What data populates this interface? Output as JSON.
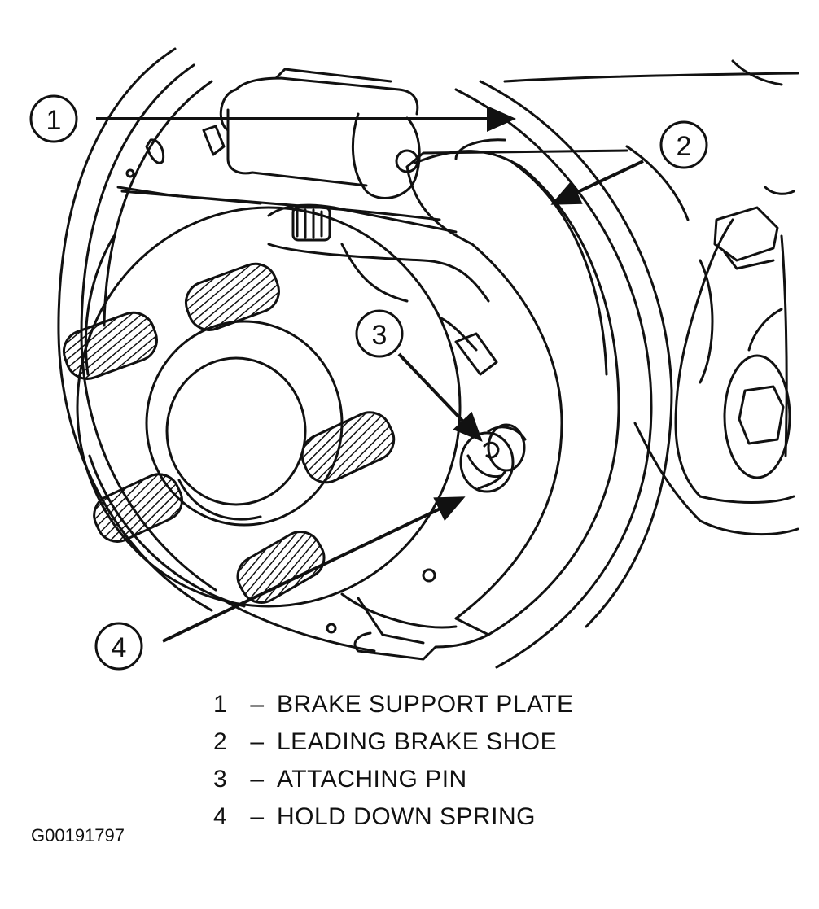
{
  "callouts": [
    {
      "number": "1"
    },
    {
      "number": "2"
    },
    {
      "number": "3"
    },
    {
      "number": "4"
    }
  ],
  "legend": [
    {
      "number": "1",
      "separator": "–",
      "label": "BRAKE SUPPORT PLATE"
    },
    {
      "number": "2",
      "separator": "–",
      "label": "LEADING BRAKE SHOE"
    },
    {
      "number": "3",
      "separator": "–",
      "label": "ATTACHING PIN"
    },
    {
      "number": "4",
      "separator": "–",
      "label": "HOLD DOWN SPRING"
    }
  ],
  "figure_id": "G00191797"
}
